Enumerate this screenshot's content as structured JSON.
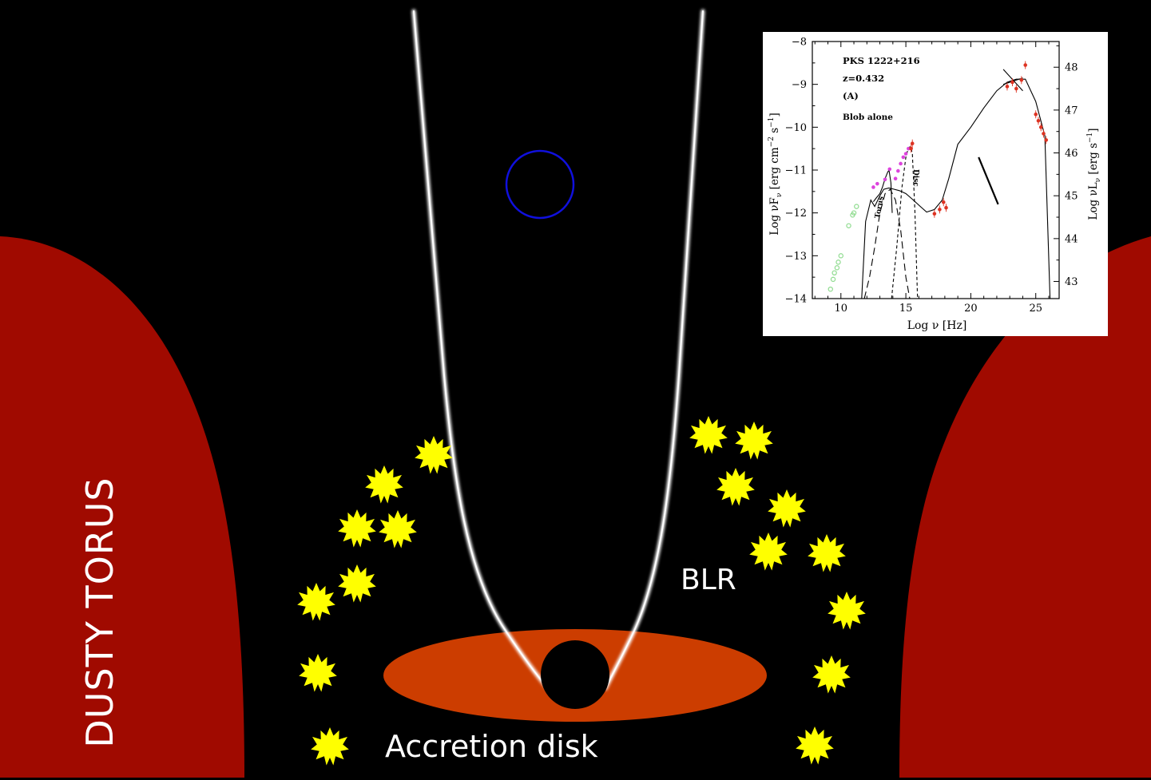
{
  "labels": {
    "torus": "DUSTY TORUS",
    "blr": "BLR",
    "disk": "Accretion disk"
  },
  "colors": {
    "background": "#000000",
    "torus": "#a00a00",
    "disk": "#cc3d00",
    "star": "#ffff00",
    "blob_ring": "#1010dd",
    "jet": "#ffffff"
  },
  "inset": {
    "source": "PKS 1222+216",
    "redshift": "z=0.432",
    "panel": "(A)",
    "model": "Blob alone",
    "xlabel": "Log ν [Hz]",
    "ylabel_left": "Log νF",
    "ylabel_left_sub": "ν",
    "ylabel_left_units": "[erg cm",
    "ylabel_right": "Log νL",
    "ylabel_right_sub": "ν",
    "ylabel_right_units": "[erg s",
    "component_torus": "Torus",
    "component_disc": "Disc"
  },
  "chart_data": {
    "type": "line",
    "xlabel": "Log ν [Hz]",
    "ylabel": "Log νFν [erg cm⁻² s⁻¹]",
    "y2label": "Log νLν [erg s⁻¹]",
    "xlim": [
      7.8,
      26.8
    ],
    "ylim": [
      -14,
      -8
    ],
    "y2lim": [
      42.6,
      48.6
    ],
    "x_ticks": [
      10,
      15,
      20,
      25
    ],
    "y_ticks": [
      -8,
      -9,
      -10,
      -11,
      -12,
      -13,
      -14
    ],
    "y2_ticks": [
      43,
      44,
      45,
      46,
      47,
      48
    ],
    "series": [
      {
        "style": "solid",
        "x": [
          11.6,
          11.9,
          12.3,
          12.6,
          13.0,
          13.3,
          13.7,
          14.0,
          14.5,
          15.0,
          15.5,
          16.0,
          16.6,
          17.2,
          17.8,
          18.3,
          19.0,
          20.0,
          21.0,
          22.0,
          22.8,
          23.5,
          24.2,
          25.0,
          25.7,
          26.1
        ],
        "y": [
          -14.0,
          -12.2,
          -11.7,
          -11.85,
          -11.6,
          -11.45,
          -11.42,
          -11.44,
          -11.48,
          -11.55,
          -11.68,
          -11.82,
          -11.98,
          -11.92,
          -11.7,
          -11.2,
          -10.4,
          -10.0,
          -9.55,
          -9.15,
          -8.95,
          -8.88,
          -8.88,
          -9.4,
          -10.2,
          -14.0
        ]
      },
      {
        "style": "solid",
        "x": [
          12.5,
          12.7,
          13.0,
          13.2,
          13.4,
          13.6,
          13.7,
          13.85,
          13.95
        ],
        "y": [
          -11.74,
          -11.66,
          -11.55,
          -11.4,
          -11.2,
          -11.05,
          -11.0,
          -11.3,
          -12.0
        ]
      },
      {
        "style": "long-dash",
        "name": "Torus",
        "x": [
          11.8,
          12.2,
          12.6,
          13.0,
          13.4,
          13.8,
          14.2,
          14.6,
          15.0,
          15.3
        ],
        "y": [
          -14.0,
          -13.5,
          -12.8,
          -12.0,
          -11.55,
          -11.45,
          -11.7,
          -12.4,
          -13.5,
          -14.0
        ]
      },
      {
        "style": "short-dash",
        "name": "Disc",
        "x": [
          13.9,
          14.3,
          14.7,
          15.0,
          15.2,
          15.35,
          15.5,
          15.7,
          15.9
        ],
        "y": [
          -14.0,
          -12.8,
          -11.4,
          -10.7,
          -10.48,
          -10.45,
          -10.6,
          -12.0,
          -14.0
        ]
      },
      {
        "style": "solid",
        "x": [
          22.5,
          24.0
        ],
        "y": [
          -9.0,
          -8.85
        ]
      },
      {
        "style": "solid",
        "x": [
          22.5,
          24.0
        ],
        "y": [
          -8.65,
          -9.15
        ]
      },
      {
        "style": "solid-thick",
        "x": [
          20.6,
          22.1
        ],
        "y": [
          -10.7,
          -11.8
        ]
      }
    ],
    "points": [
      {
        "color": "#8edb8e",
        "marker": "open-circle",
        "x": [
          9.2,
          9.4,
          9.5,
          9.7,
          9.8,
          10.0,
          10.6,
          10.9,
          11.0,
          11.2
        ],
        "y": [
          -13.78,
          -13.55,
          -13.4,
          -13.28,
          -13.15,
          -13.0,
          -12.3,
          -12.05,
          -12.0,
          -11.85
        ]
      },
      {
        "color": "#dd44dd",
        "marker": "dot",
        "x": [
          12.5,
          12.8,
          13.4,
          13.75,
          14.2,
          14.4,
          14.6,
          14.8,
          15.0,
          15.2
        ],
        "y": [
          -11.4,
          -11.32,
          -11.22,
          -10.98,
          -11.2,
          -11.02,
          -10.85,
          -10.7,
          -10.62,
          -10.5
        ]
      },
      {
        "color": "#dd3322",
        "marker": "dot",
        "x": [
          15.4,
          15.5,
          17.2,
          17.6,
          17.9,
          18.1,
          22.8,
          23.2,
          23.5,
          23.9,
          24.2,
          25.0,
          25.2,
          25.4,
          25.6,
          25.8
        ],
        "y": [
          -10.5,
          -10.38,
          -12.02,
          -11.92,
          -11.75,
          -11.88,
          -9.05,
          -8.95,
          -9.1,
          -8.9,
          -8.55,
          -9.7,
          -9.85,
          -10.0,
          -10.15,
          -10.3
        ]
      }
    ]
  }
}
